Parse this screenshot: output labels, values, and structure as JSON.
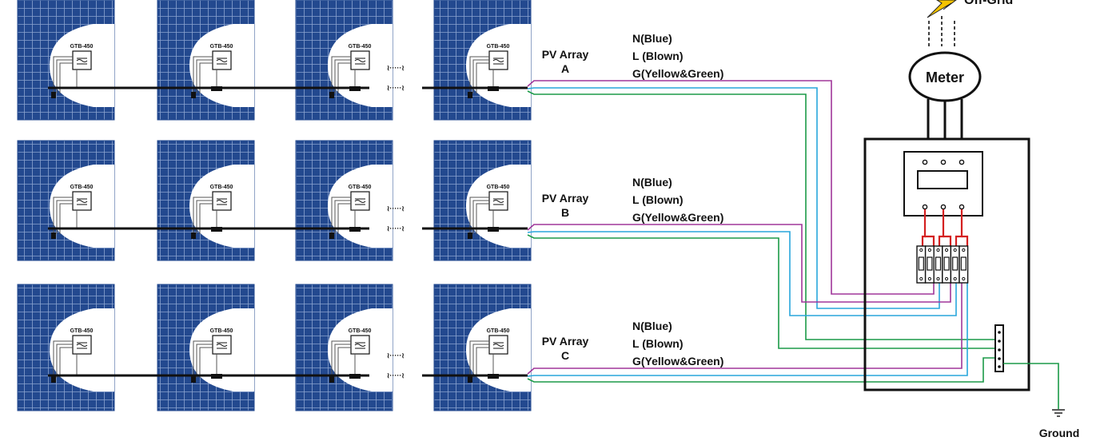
{
  "module_label": "GTB-450",
  "continuation_glyph": "≀·····≀",
  "arrays": [
    {
      "label_line1": "PV Array",
      "label_line2": "A",
      "wire_n": "N(Blue)",
      "wire_l": "L (Blown)",
      "wire_g": "G(Yellow&Green)"
    },
    {
      "label_line1": "PV Array",
      "label_line2": "B",
      "wire_n": "N(Blue)",
      "wire_l": "L (Blown)",
      "wire_g": "G(Yellow&Green)"
    },
    {
      "label_line1": "PV Array",
      "label_line2": "C",
      "wire_n": "N(Blue)",
      "wire_l": "L (Blown)",
      "wire_g": "G(Yellow&Green)"
    }
  ],
  "grid_label": "Off-Grid",
  "meter_label": "Meter",
  "ground_label": "Ground",
  "colors": {
    "panel": "#23498f",
    "panel_grid": "#8aa3cf",
    "trunk": "#111111",
    "wire_purple": "#a0369a",
    "wire_blue": "#28a6dc",
    "wire_green": "#1b9a48",
    "breaker_red": "#d42020",
    "bolt": "#f5c400"
  }
}
